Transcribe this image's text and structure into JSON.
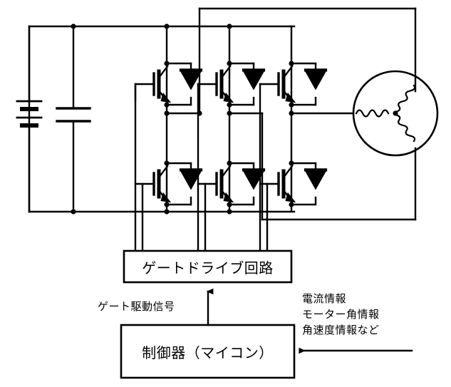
{
  "diagram": {
    "title": "Three-phase IGBT inverter motor drive circuit",
    "stroke_color": "#000000",
    "background_color": "#ffffff"
  },
  "blocks": {
    "gate_drive": {
      "label": "ゲートドライブ回路"
    },
    "controller": {
      "label": "制御器（マイコン）"
    }
  },
  "signals": {
    "gate_drive_signal": {
      "label": "ゲート駆動信号"
    },
    "feedback": {
      "lines": [
        "電流情報",
        "モーター角情報",
        "角速度情報など"
      ]
    }
  },
  "power": {
    "battery": {
      "name": "dc-battery"
    },
    "capacitor": {
      "name": "dc-link-capacitor"
    }
  },
  "motor": {
    "name": "three-phase-motor",
    "winding_count": 3,
    "connection": "wye"
  },
  "inverter": {
    "legs": 3,
    "switches_per_leg": 2,
    "switch_type": "igbt-with-antiparallel-diode",
    "switch_names": [
      "igbt-u-high",
      "igbt-v-high",
      "igbt-w-high",
      "igbt-u-low",
      "igbt-v-low",
      "igbt-w-low"
    ]
  }
}
